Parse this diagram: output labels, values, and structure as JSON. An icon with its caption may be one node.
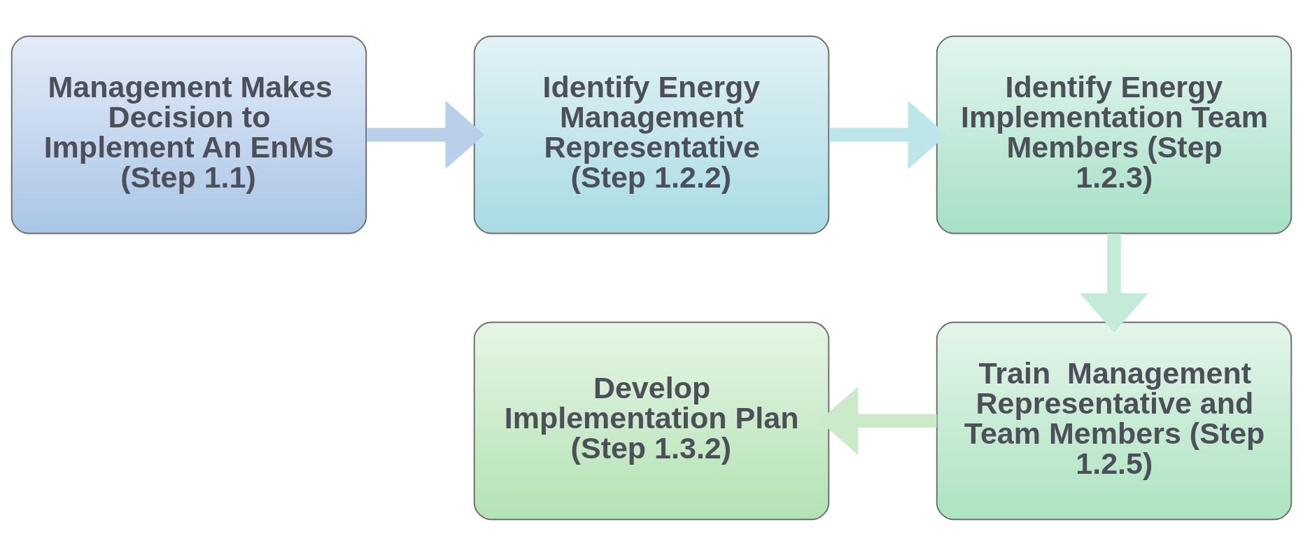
{
  "diagram": {
    "nodes": [
      {
        "text": [
          "Management Makes Decision to Implement An EnMS (Step 1.1)"
        ]
      },
      {
        "text": [
          "Identify Energy Management Representative (Step 1.2.2)"
        ]
      },
      {
        "text": [
          "Identify Energy Implementation Team Members (Step 1.2.3)"
        ]
      },
      {
        "text": [
          "Train  Management Representative and Team Members (Step 1.2.5)"
        ]
      },
      {
        "text": [
          "Develop Implementation Plan (Step 1.3.2)"
        ]
      }
    ],
    "edges": [
      {
        "from": 0,
        "to": 1,
        "arrow": "to"
      },
      {
        "from": 1,
        "to": 2,
        "arrow": "to"
      },
      {
        "from": 2,
        "to": 3,
        "arrow": "to"
      },
      {
        "from": 3,
        "to": 4,
        "arrow": "to"
      }
    ]
  }
}
